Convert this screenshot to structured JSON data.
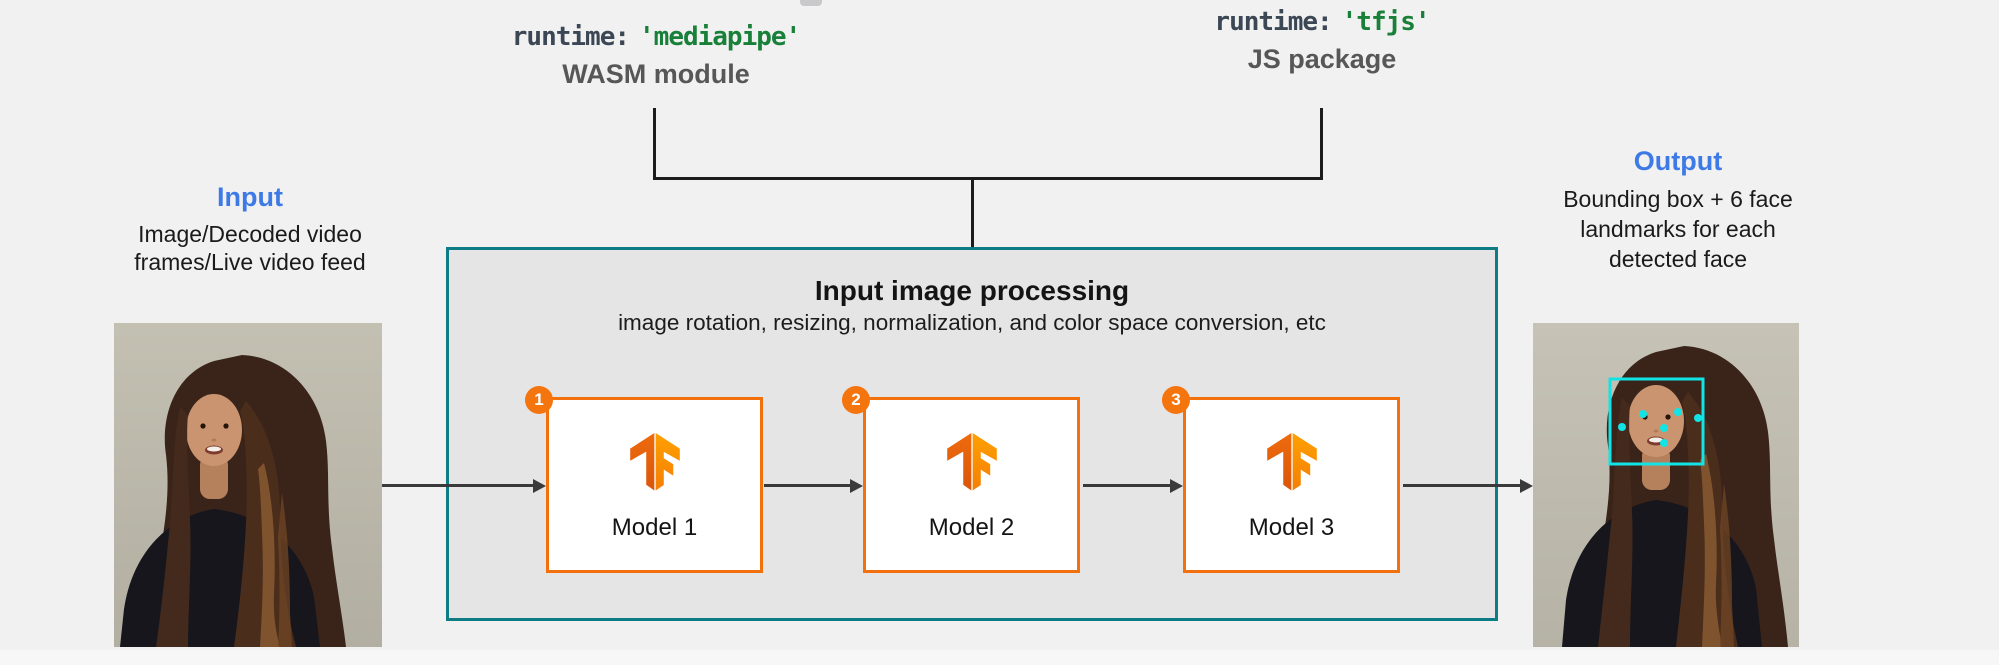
{
  "page": {
    "background": "#F1F1F2",
    "bottom_strip_color": "#F7F7F8"
  },
  "colors": {
    "teal_border": "#0E7C84",
    "panel_fill": "#E5E5E6",
    "orange_accent": "#F2710D",
    "code_green": "#188038",
    "code_slate": "#3B4754",
    "heading_blue": "#3E7AE6",
    "caption_gray": "#575757",
    "connector_dark": "#1C1C1C",
    "arrow_dark": "#3A3A3A",
    "cyan_overlay": "#12E4E6"
  },
  "runtime_options": [
    {
      "code_prefix": "runtime:",
      "code_value": "'mediapipe'",
      "caption": "WASM module"
    },
    {
      "code_prefix": "runtime:",
      "code_value": "'tfjs'",
      "caption": "JS package"
    }
  ],
  "input_label": {
    "title": "Input",
    "lines": [
      "Image/Decoded video",
      "frames/Live video feed"
    ]
  },
  "output_label": {
    "title": "Output",
    "lines": [
      "Bounding box + 6 face",
      "landmarks for each",
      "detected face"
    ]
  },
  "processing_panel": {
    "title": "Input image processing",
    "subtitle": "image rotation, resizing, normalization, and color space conversion, etc",
    "models": [
      {
        "badge": "1",
        "label": "Model 1"
      },
      {
        "badge": "2",
        "label": "Model 2"
      },
      {
        "badge": "3",
        "label": "Model 3"
      }
    ]
  },
  "output_overlay": {
    "bounding_box_color": "#12E4E6",
    "landmark_count": 6
  }
}
